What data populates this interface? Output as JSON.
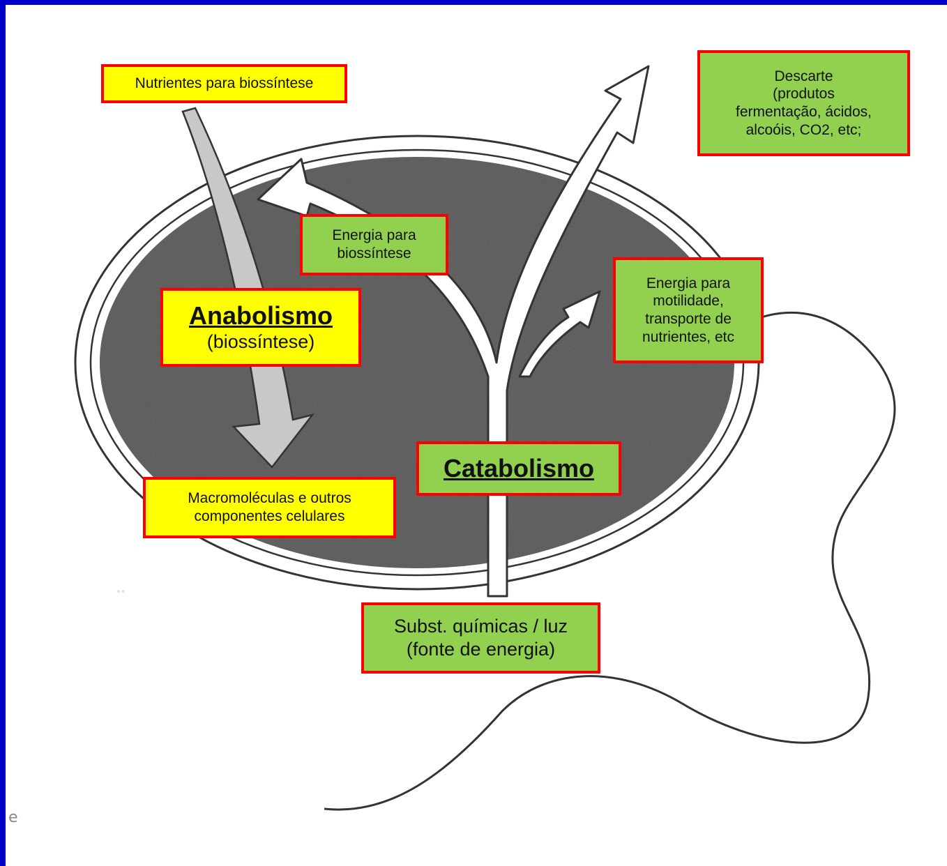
{
  "colors": {
    "frame": "#0000c8",
    "box_border": "#ff0000",
    "anabolic_fill": "#ffff00",
    "catabolic_fill": "#92d050",
    "cell_texture": "#555555"
  },
  "labels": {
    "nutrients": "Nutrientes para biossíntese",
    "discard": [
      "Descarte",
      "(produtos",
      "fermentação, ácidos,",
      "alcoóis, CO2, etc;"
    ],
    "energy_biosynthesis": [
      "Energia para",
      "biossíntese"
    ],
    "energy_motility": [
      "Energia para",
      "motilidade,",
      "transporte de",
      "nutrientes, etc"
    ],
    "anabolism_title": "Anabolismo",
    "anabolism_subtitle": "(biossíntese)",
    "macromolecules": [
      "Macromoléculas e outros",
      "componentes celulares"
    ],
    "catabolism_title": "Catabolismo",
    "energy_source": [
      "Subst. químicas / luz",
      "(fonte de energia)"
    ],
    "side_fragment": "e",
    "dots": "° °"
  },
  "icons": [
    "cell-body-icon",
    "flagellum-icon",
    "anabolism-arrow-icon",
    "catabolism-arrow-icon"
  ]
}
